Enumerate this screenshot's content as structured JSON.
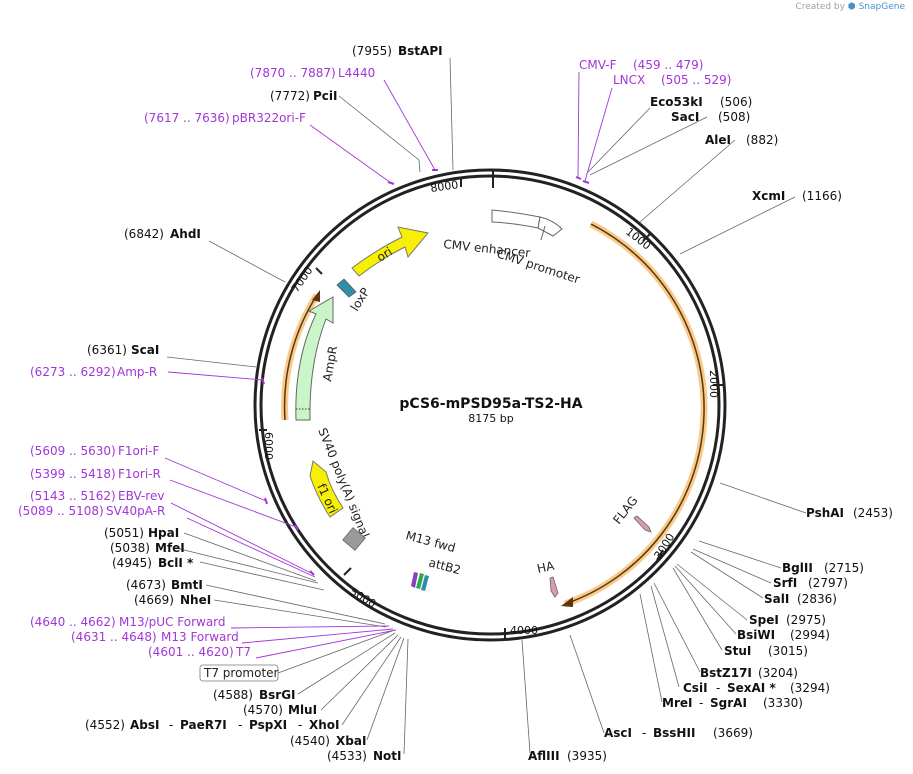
{
  "brand": {
    "created_by": "Created by",
    "app": "SnapGene"
  },
  "plasmid": {
    "name": "pCS6-mPSD95a-TS2-HA",
    "length": "8175 bp"
  },
  "ticks": [
    "1000",
    "2000",
    "3000",
    "4000",
    "5000",
    "6000",
    "7000",
    "8000"
  ],
  "sites": {
    "bstapi": {
      "pos": "(7955)",
      "name": "BstAPI"
    },
    "l4440": {
      "pos": "(7870 .. 7887)",
      "name": "L4440"
    },
    "pcii": {
      "pos": "(7772)",
      "name": "PciI"
    },
    "pbr": {
      "pos": "(7617 .. 7636)",
      "name": "pBR322ori-F"
    },
    "ahdi": {
      "pos": "(6842)",
      "name": "AhdI"
    },
    "scai": {
      "pos": "(6361)",
      "name": "ScaI"
    },
    "ampr": {
      "pos": "(6273 .. 6292)",
      "name": "Amp-R"
    },
    "f1orif": {
      "pos": "(5609 .. 5630)",
      "name": "F1ori-F"
    },
    "f1orir": {
      "pos": "(5399 .. 5418)",
      "name": "F1ori-R"
    },
    "ebvrev": {
      "pos": "(5143 .. 5162)",
      "name": "EBV-rev"
    },
    "sv40pa": {
      "pos": "(5089 .. 5108)",
      "name": "SV40pA-R"
    },
    "hpai": {
      "pos": "(5051)",
      "name": "HpaI"
    },
    "mfei": {
      "pos": "(5038)",
      "name": "MfeI"
    },
    "bcli": {
      "pos": "(4945)",
      "name": "BclI *"
    },
    "bmti": {
      "pos": "(4673)",
      "name": "BmtI"
    },
    "nhei": {
      "pos": "(4669)",
      "name": "NheI"
    },
    "m13puc": {
      "pos": "(4640 .. 4662)",
      "name": "M13/pUC Forward"
    },
    "m13fwd": {
      "pos": "(4631 .. 4648)",
      "name": "M13 Forward"
    },
    "t7": {
      "pos": "(4601 .. 4620)",
      "name": "T7"
    },
    "t7prom": {
      "name": "T7 promoter"
    },
    "bsrgi": {
      "pos": "(4588)",
      "name": "BsrGI"
    },
    "mlui": {
      "pos": "(4570)",
      "name": "MluI"
    },
    "absi": {
      "pos": "(4552)",
      "name": "AbsI",
      "n2": "PaeR7I",
      "n3": "PspXI",
      "n4": "XhoI",
      "sep": "-"
    },
    "xbai": {
      "pos": "(4540)",
      "name": "XbaI"
    },
    "noti": {
      "pos": "(4533)",
      "name": "NotI"
    },
    "aflIII": {
      "pos": "(3935)",
      "name": "AflIII"
    },
    "asci": {
      "pos": "(3669)",
      "name": "AscI",
      "n2": "BssHII",
      "sep": "-"
    },
    "mrei": {
      "pos": "(3330)",
      "name": "MreI",
      "n2": "SgrAI",
      "sep": "-"
    },
    "csii": {
      "pos": "(3294)",
      "name": "CsiI",
      "n2": "SexAI *",
      "sep": "-"
    },
    "bstz": {
      "pos": "(3204)",
      "name": "BstZ17I"
    },
    "stui": {
      "pos": "(3015)",
      "name": "StuI"
    },
    "bsiwi": {
      "pos": "(2994)",
      "name": "BsiWI"
    },
    "spei": {
      "pos": "(2975)",
      "name": "SpeI"
    },
    "sali": {
      "pos": "(2836)",
      "name": "SalI"
    },
    "srfi": {
      "pos": "(2797)",
      "name": "SrfI"
    },
    "bglii": {
      "pos": "(2715)",
      "name": "BglII"
    },
    "pshai": {
      "pos": "(2453)",
      "name": "PshAI"
    },
    "xcmi": {
      "pos": "(1166)",
      "name": "XcmI"
    },
    "alei": {
      "pos": "(882)",
      "name": "AleI"
    },
    "saci": {
      "pos": "(508)",
      "name": "SacI"
    },
    "eco53": {
      "pos": "(506)",
      "name": "Eco53kI"
    },
    "lncx": {
      "pos": "(505 .. 529)",
      "name": "LNCX"
    },
    "cmvf": {
      "pos": "(459 .. 479)",
      "name": "CMV-F"
    }
  },
  "features": {
    "cmv_enh": "CMV enhancer",
    "cmv_prom": "CMV promoter",
    "ori": "ori",
    "loxp": "loxP",
    "ampr": "AmpR",
    "sv40": "SV40 poly(A) signal",
    "f1ori": "f1 ori",
    "m13fwd": "M13 fwd",
    "attb2": "attB2",
    "ha": "HA",
    "flag": "FLAG"
  },
  "colors": {
    "primer": "#a236d6",
    "orf": "#f3a02c",
    "ori": "#f7f000",
    "ampr": "#c9f5c9",
    "loxp": "#2f8fa8"
  }
}
